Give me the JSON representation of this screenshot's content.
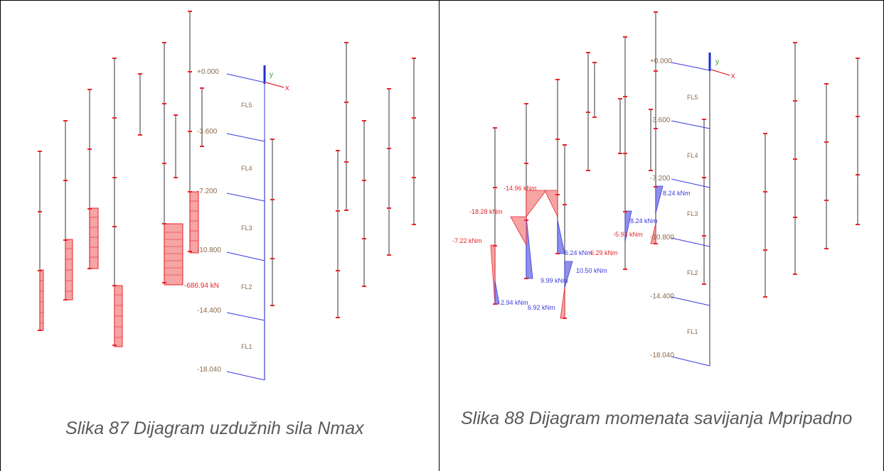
{
  "left_figure": {
    "caption": "Slika 87 Dijagram uzdužnih sila Nmax",
    "levels": [
      "+0.000",
      "-3.600",
      "-7.200",
      "-10.800",
      "-14.400",
      "-18.040"
    ],
    "floors": [
      "FL5",
      "FL4",
      "FL3",
      "FL2",
      "FL1"
    ],
    "value_label": "-686.94 kN"
  },
  "right_figure": {
    "caption": "Slika 88 Dijagram momenata savijanja Mpripadno",
    "levels": [
      "+0.000",
      "-3.600",
      "-7.200",
      "-10.800",
      "-14.400",
      "-18.040"
    ],
    "floors": [
      "FL5",
      "FL4",
      "FL3",
      "FL2",
      "FL1"
    ],
    "moment_labels": {
      "a": "-14.96 kNm",
      "b": "-18.28 kNm",
      "c": "-7.22 kNm",
      "d": "8.24 kNm",
      "e": "8.24 kNm",
      "f": "-5.93 kNm",
      "g": "6.24 kNm",
      "h": "6.29 kNm",
      "i": "10.50 kNm",
      "j": "9.99 kNm",
      "k": "2.94 kNm",
      "l": "6.92 kNm"
    }
  },
  "colors": {
    "red": "#e8242a",
    "fill_red": "#f6a4a4",
    "blue": "#3a3ae0",
    "fill_blue": "#8f8fec",
    "level_text": "#8a6a4a",
    "caption": "#595959"
  }
}
